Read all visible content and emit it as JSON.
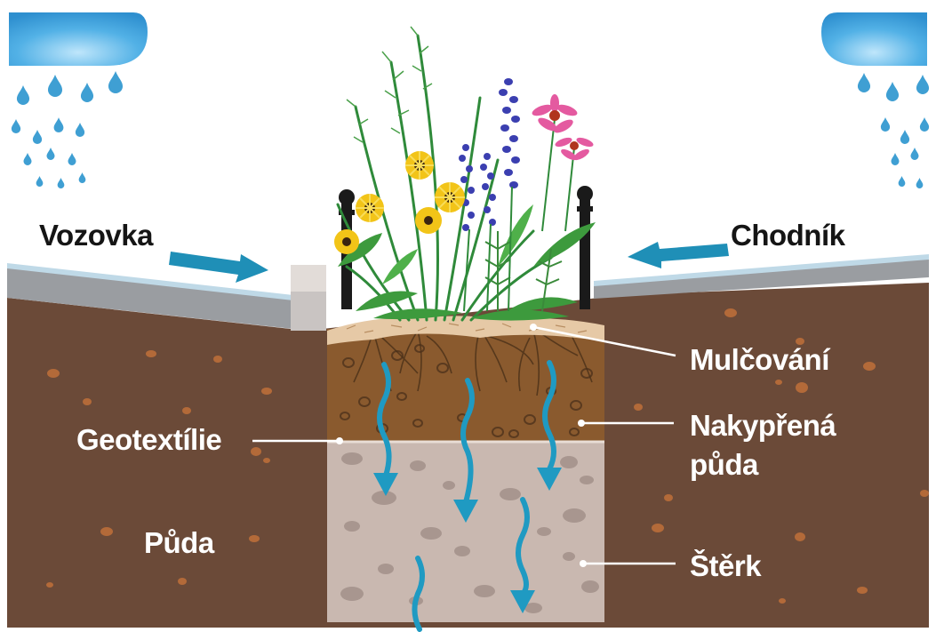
{
  "labels": {
    "road": "Vozovka",
    "sidewalk": "Chodník",
    "mulch": "Mulčování",
    "loosened_soil_line1": "Nakypřená",
    "loosened_soil_line2": "půda",
    "geotextile": "Geotextílie",
    "soil": "Půda",
    "gravel": "Štěrk"
  },
  "colors": {
    "rain_cloud": "#4aa9e0",
    "rain_drop": "#3f9fd3",
    "flow_arrow": "#1f8fb7",
    "soil": "#6b4a38",
    "loosened_soil": "#8a5a2e",
    "gravel": "#c9b8b0",
    "mulch": "#e6c9a6",
    "pavement": "#9a9da1",
    "label_dark": "#151515",
    "label_light": "#ffffff"
  },
  "icons": {
    "rain_cloud_left": "rain-cloud-icon",
    "rain_cloud_right": "rain-cloud-icon",
    "plants": "flowering-plants-icon",
    "bollards": "bollard-icon"
  }
}
